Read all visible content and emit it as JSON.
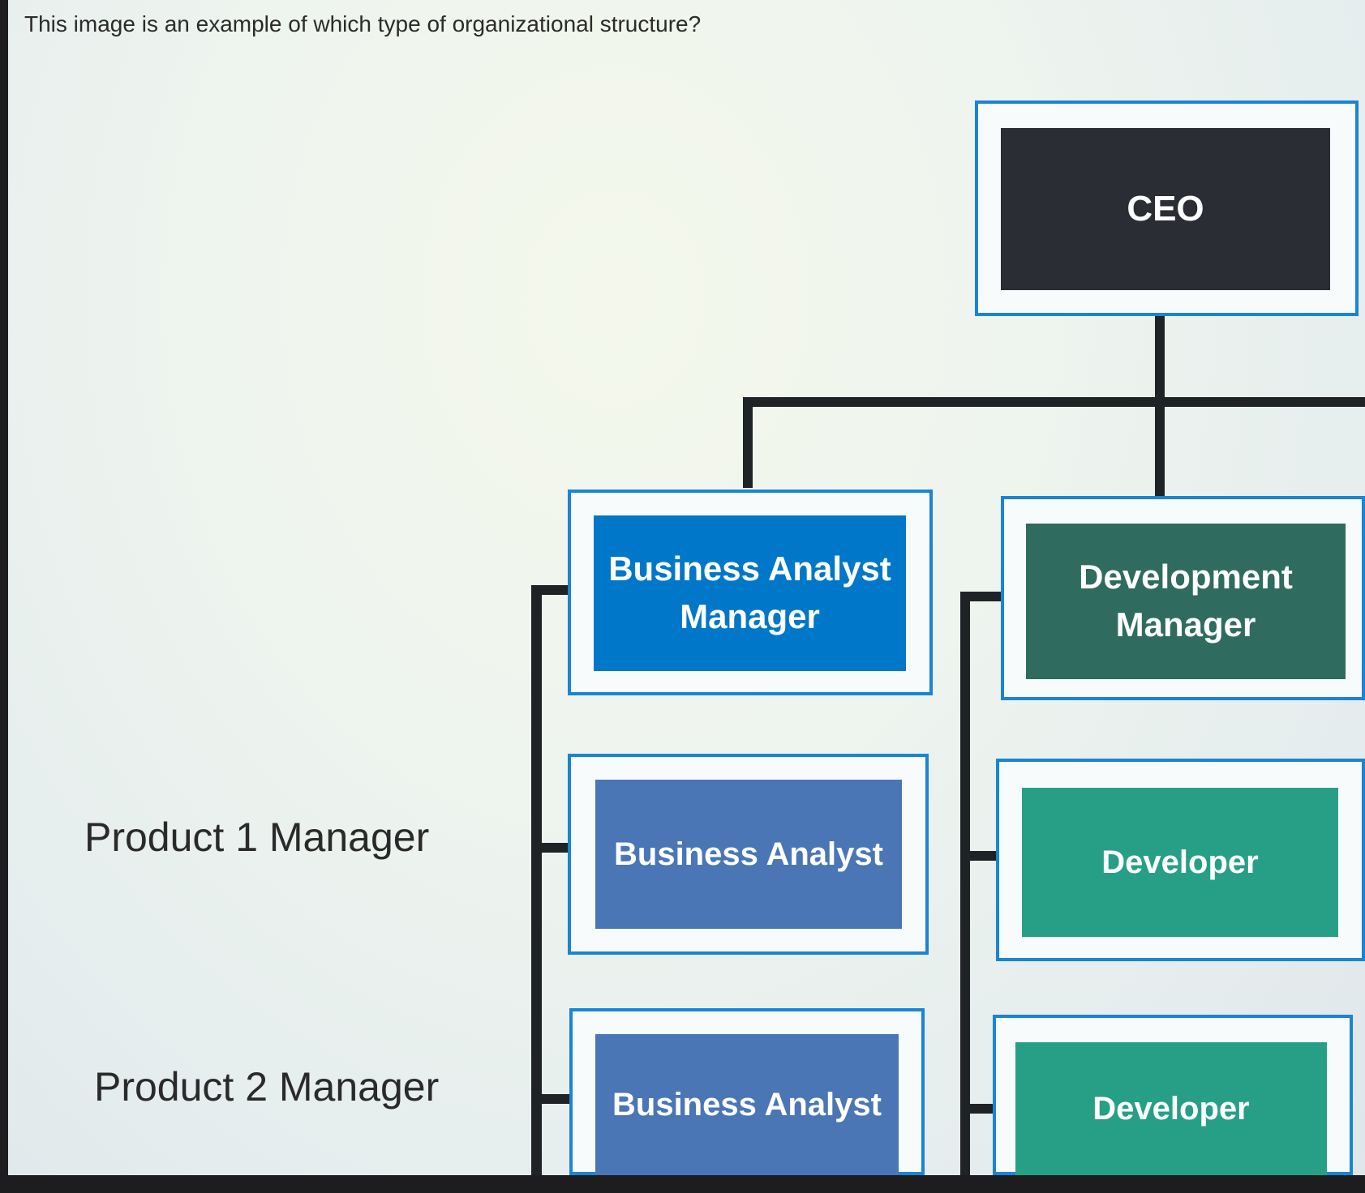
{
  "question": "This image is an example of which type of organizational structure?",
  "chart": {
    "ceo": "CEO",
    "columns": [
      {
        "manager_line1": "Business Analyst",
        "manager_line2": "Manager",
        "member": "Business Analyst"
      },
      {
        "manager_line1": "Development",
        "manager_line2": "Manager",
        "member": "Developer"
      }
    ],
    "rows": [
      "Product 1 Manager",
      "Product 2 Manager"
    ]
  },
  "colors": {
    "ceo": "#2b2d34",
    "ba_manager": "#0077c8",
    "dev_manager": "#2f6b5f",
    "business_analyst": "#4a76b5",
    "developer": "#279f86",
    "outline": "#1a84d6"
  }
}
